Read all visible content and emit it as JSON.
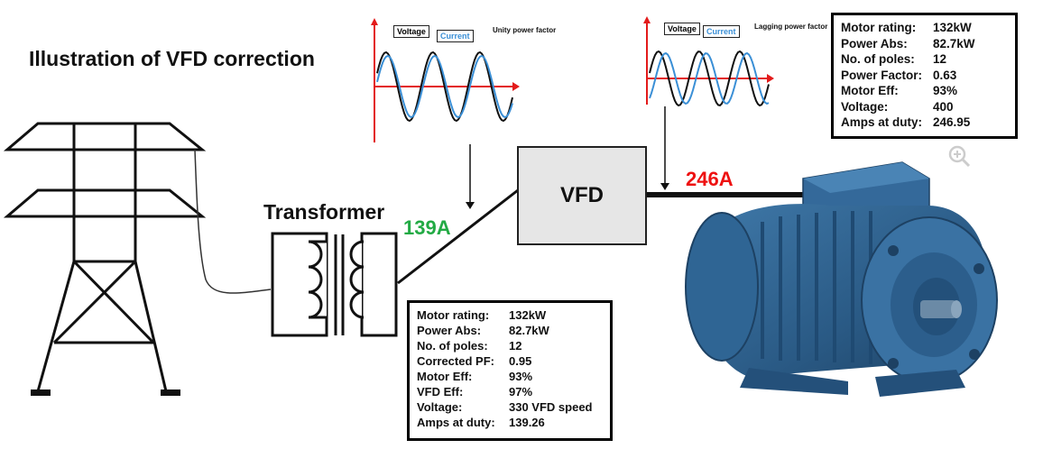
{
  "title": "Illustration of VFD correction",
  "transformer_label": "Transformer",
  "vfd_label": "VFD",
  "amps_in": "139A",
  "amps_out": "246A",
  "colors": {
    "amps_in": "#22aa44",
    "amps_out": "#ee1111",
    "voltage_wave": "#111111",
    "current_wave": "#3a8fd6",
    "axis": "#e31b1b",
    "motor": "#2d5f8a"
  },
  "waveform_left": {
    "voltage_label": "Voltage",
    "current_label": "Current",
    "title": "Unity power factor"
  },
  "waveform_right": {
    "voltage_label": "Voltage",
    "current_label": "Current",
    "title": "Lagging power factor"
  },
  "top_specs": [
    {
      "key": "Motor rating:",
      "value": "132kW"
    },
    {
      "key": "Power Abs:",
      "value": "82.7kW"
    },
    {
      "key": "No. of poles:",
      "value": "12"
    },
    {
      "key": "Power Factor:",
      "value": "0.63"
    },
    {
      "key": "Motor Eff:",
      "value": "93%"
    },
    {
      "key": "Voltage:",
      "value": "400"
    },
    {
      "key": "Amps at duty:",
      "value": "246.95"
    }
  ],
  "bottom_specs": [
    {
      "key": "Motor rating:",
      "value": "132kW"
    },
    {
      "key": "Power Abs:",
      "value": "82.7kW"
    },
    {
      "key": "No. of poles:",
      "value": "12"
    },
    {
      "key": "Corrected PF:",
      "value": "0.95"
    },
    {
      "key": "Motor Eff:",
      "value": "93%"
    },
    {
      "key": "VFD Eff:",
      "value": "97%"
    },
    {
      "key": "Voltage:",
      "value": "330 VFD speed"
    },
    {
      "key": "Amps at duty:",
      "value": "139.26"
    }
  ],
  "icons": [
    "pylon-icon",
    "transformer-icon",
    "motor-icon",
    "zoom-in-icon"
  ]
}
